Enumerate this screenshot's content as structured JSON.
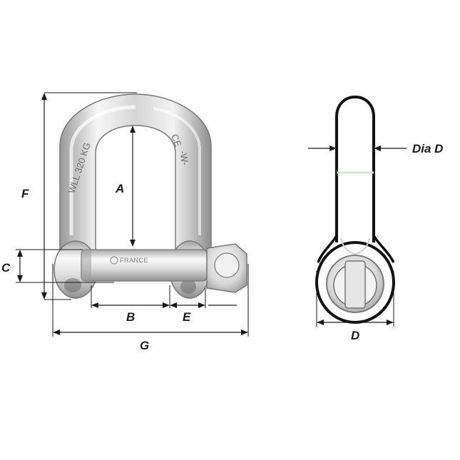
{
  "diagram": {
    "engravings": {
      "wll": "WLL 320 KG",
      "ce": "CE",
      "maker_mark": "-W-",
      "pin_brand": "FRANCE"
    },
    "dimension_labels": {
      "A": "A",
      "B": "B",
      "C": "C",
      "D_side": "D",
      "Dia_D": "Dia D",
      "E": "E",
      "F": "F",
      "G": "G"
    },
    "colors": {
      "line": "#1a1a1a",
      "steel_light": "#f4f4f4",
      "steel_mid": "#c9c9c9",
      "steel_dark": "#8a8a8a",
      "accent_band": "#cfe8cf"
    }
  }
}
